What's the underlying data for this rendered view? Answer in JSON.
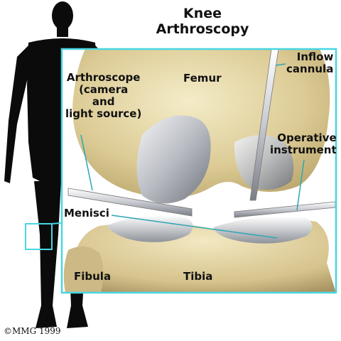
{
  "title": {
    "line1": "Knee",
    "line2": "Arthroscopy"
  },
  "labels": {
    "femur": "Femur",
    "tibia": "Tibia",
    "fibula": "Fibula",
    "menisci": "Menisci",
    "arthroscope": [
      "Arthroscope",
      "(camera",
      "and",
      "light source)"
    ],
    "inflow": [
      "Inflow",
      "cannula"
    ],
    "operative": [
      "Operative",
      "instrument"
    ]
  },
  "copyright": "©MMG 1999",
  "colors": {
    "frame": "#49d6e3",
    "silhouette": "#0b0b0b",
    "bone": "#e7d9ae",
    "cartilage": "#c9cbd0",
    "background": "#ffffff"
  }
}
